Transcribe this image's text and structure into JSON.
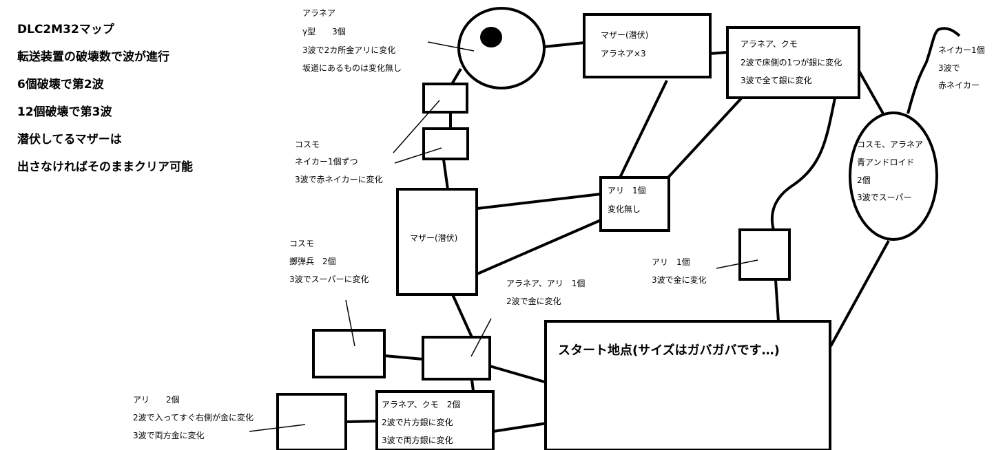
{
  "heading": {
    "lines": [
      "DLC2M32マップ",
      "転送装置の破壊数で波が進行",
      "6個破壊で第2波",
      "12個破壊で第3波",
      "潜伏してるマザーは",
      "出さなければそのままクリア可能"
    ]
  },
  "rooms": {
    "mother_top": [
      "マザー(潜伏)",
      "アラネア×3"
    ],
    "top_right": [
      "アラネア、クモ",
      "2波で床側の1つが銀に変化",
      "3波で全て銀に変化"
    ],
    "ant_mid": [
      "アリ　1個",
      "変化無し"
    ],
    "mother_center": [
      "マザー(潜伏)"
    ],
    "start": "スタート地点(サイズはガバガバです…)",
    "bottom_mid": [
      "アラネア、クモ　2個",
      "2波で片方銀に変化",
      "3波で両方銀に変化"
    ],
    "oval_right": [
      "コスモ、アラネア",
      "青アンドロイド",
      "2個",
      "3波でスーパー"
    ]
  },
  "annotations": {
    "oval_top": [
      "アラネア",
      "γ型　　3個",
      "3波で2カ所金アリに変化",
      "坂道にあるものは変化無し"
    ],
    "cosmo_nk": [
      "コスモ",
      "ネイカー1個ずつ",
      "3波で赤ネイカーに変化"
    ],
    "cosmo_gren": [
      "コスモ",
      "擲弾兵　2個",
      "3波でスーパーに変化"
    ],
    "arane_ant": [
      "アラネア、アリ　1個",
      "2波で金に変化"
    ],
    "ant_gold": [
      "アリ　1個",
      "3波で金に変化"
    ],
    "ant_two": [
      "アリ　　2個",
      "2波で入ってすぐ右側が金に変化",
      "3波で両方金に変化"
    ],
    "neikar_red": [
      "ネイカー1個",
      "3波で",
      "赤ネイカー"
    ]
  }
}
